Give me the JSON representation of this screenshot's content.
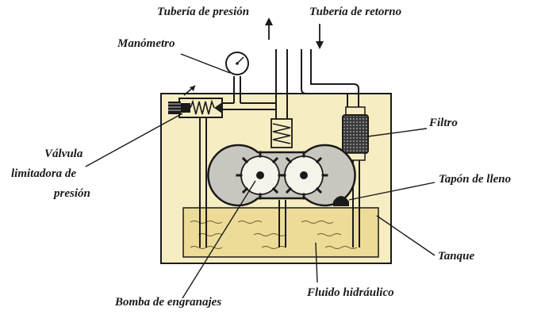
{
  "labels": {
    "pressure_pipe": "Tubería de presión",
    "return_pipe": "Tubería de retorno",
    "gauge": "Manómetro",
    "relief_valve_line1": "Válvula",
    "relief_valve_line2": "limitadora de",
    "relief_valve_line3": "presión",
    "filter": "Filtro",
    "filler_cap": "Tapón de lleno",
    "tank": "Tanque",
    "gear_pump": "Bomba  de engranajes",
    "hydraulic_fluid": "Fluido hidráulico"
  },
  "colors": {
    "tank_fill": "#f6edc2",
    "fluid_fill": "#ecdc98",
    "pump_fill": "#c9c6c0",
    "line": "#1a1a1a"
  }
}
